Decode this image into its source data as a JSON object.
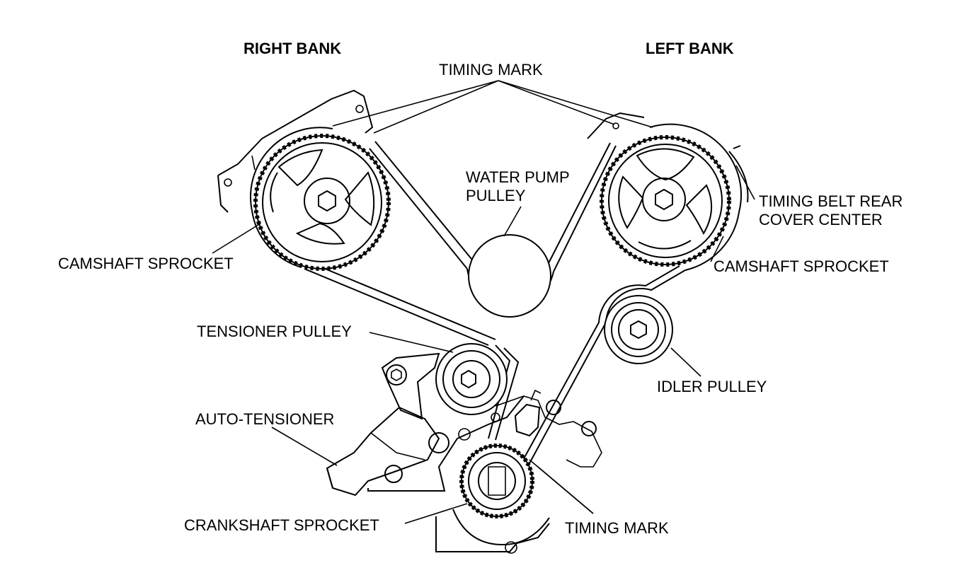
{
  "labels": {
    "right_bank": "RIGHT BANK",
    "left_bank": "LEFT BANK",
    "timing_mark_top": "TIMING MARK",
    "water_pump_line1": "WATER PUMP",
    "water_pump_line2": "PULLEY",
    "rear_cover_line1": "TIMING BELT REAR",
    "rear_cover_line2": "COVER CENTER",
    "camshaft_sprocket_left": "CAMSHAFT SPROCKET",
    "camshaft_sprocket_right": "CAMSHAFT SPROCKET",
    "tensioner_pulley": "TENSIONER PULLEY",
    "idler_pulley": "IDLER PULLEY",
    "auto_tensioner": "AUTO-TENSIONER",
    "crankshaft_sprocket": "CRANKSHAFT SPROCKET",
    "timing_mark_bottom": "TIMING MARK"
  }
}
